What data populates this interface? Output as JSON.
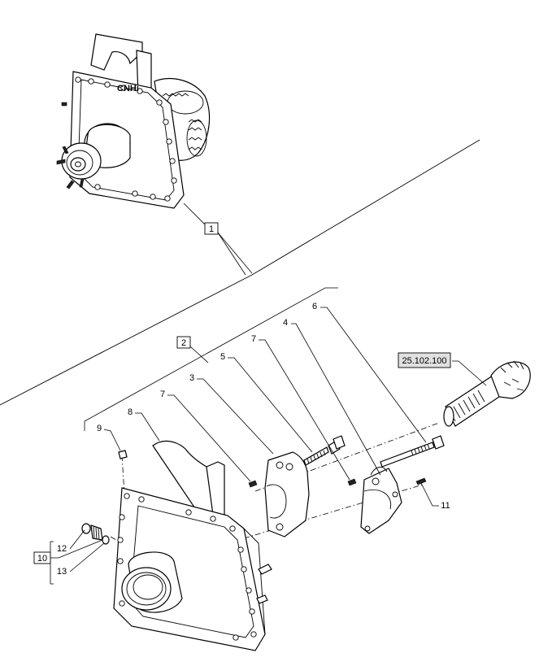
{
  "callouts": {
    "c1": "1",
    "c2": "2",
    "c3": "3",
    "c4": "4",
    "c5": "5",
    "c6": "6",
    "c7a": "7",
    "c7b": "7",
    "c8": "8",
    "c9": "9",
    "c10": "10",
    "c11": "11",
    "c12": "12",
    "c13": "13"
  },
  "reference": "25.102.100",
  "brand": "CNHi"
}
